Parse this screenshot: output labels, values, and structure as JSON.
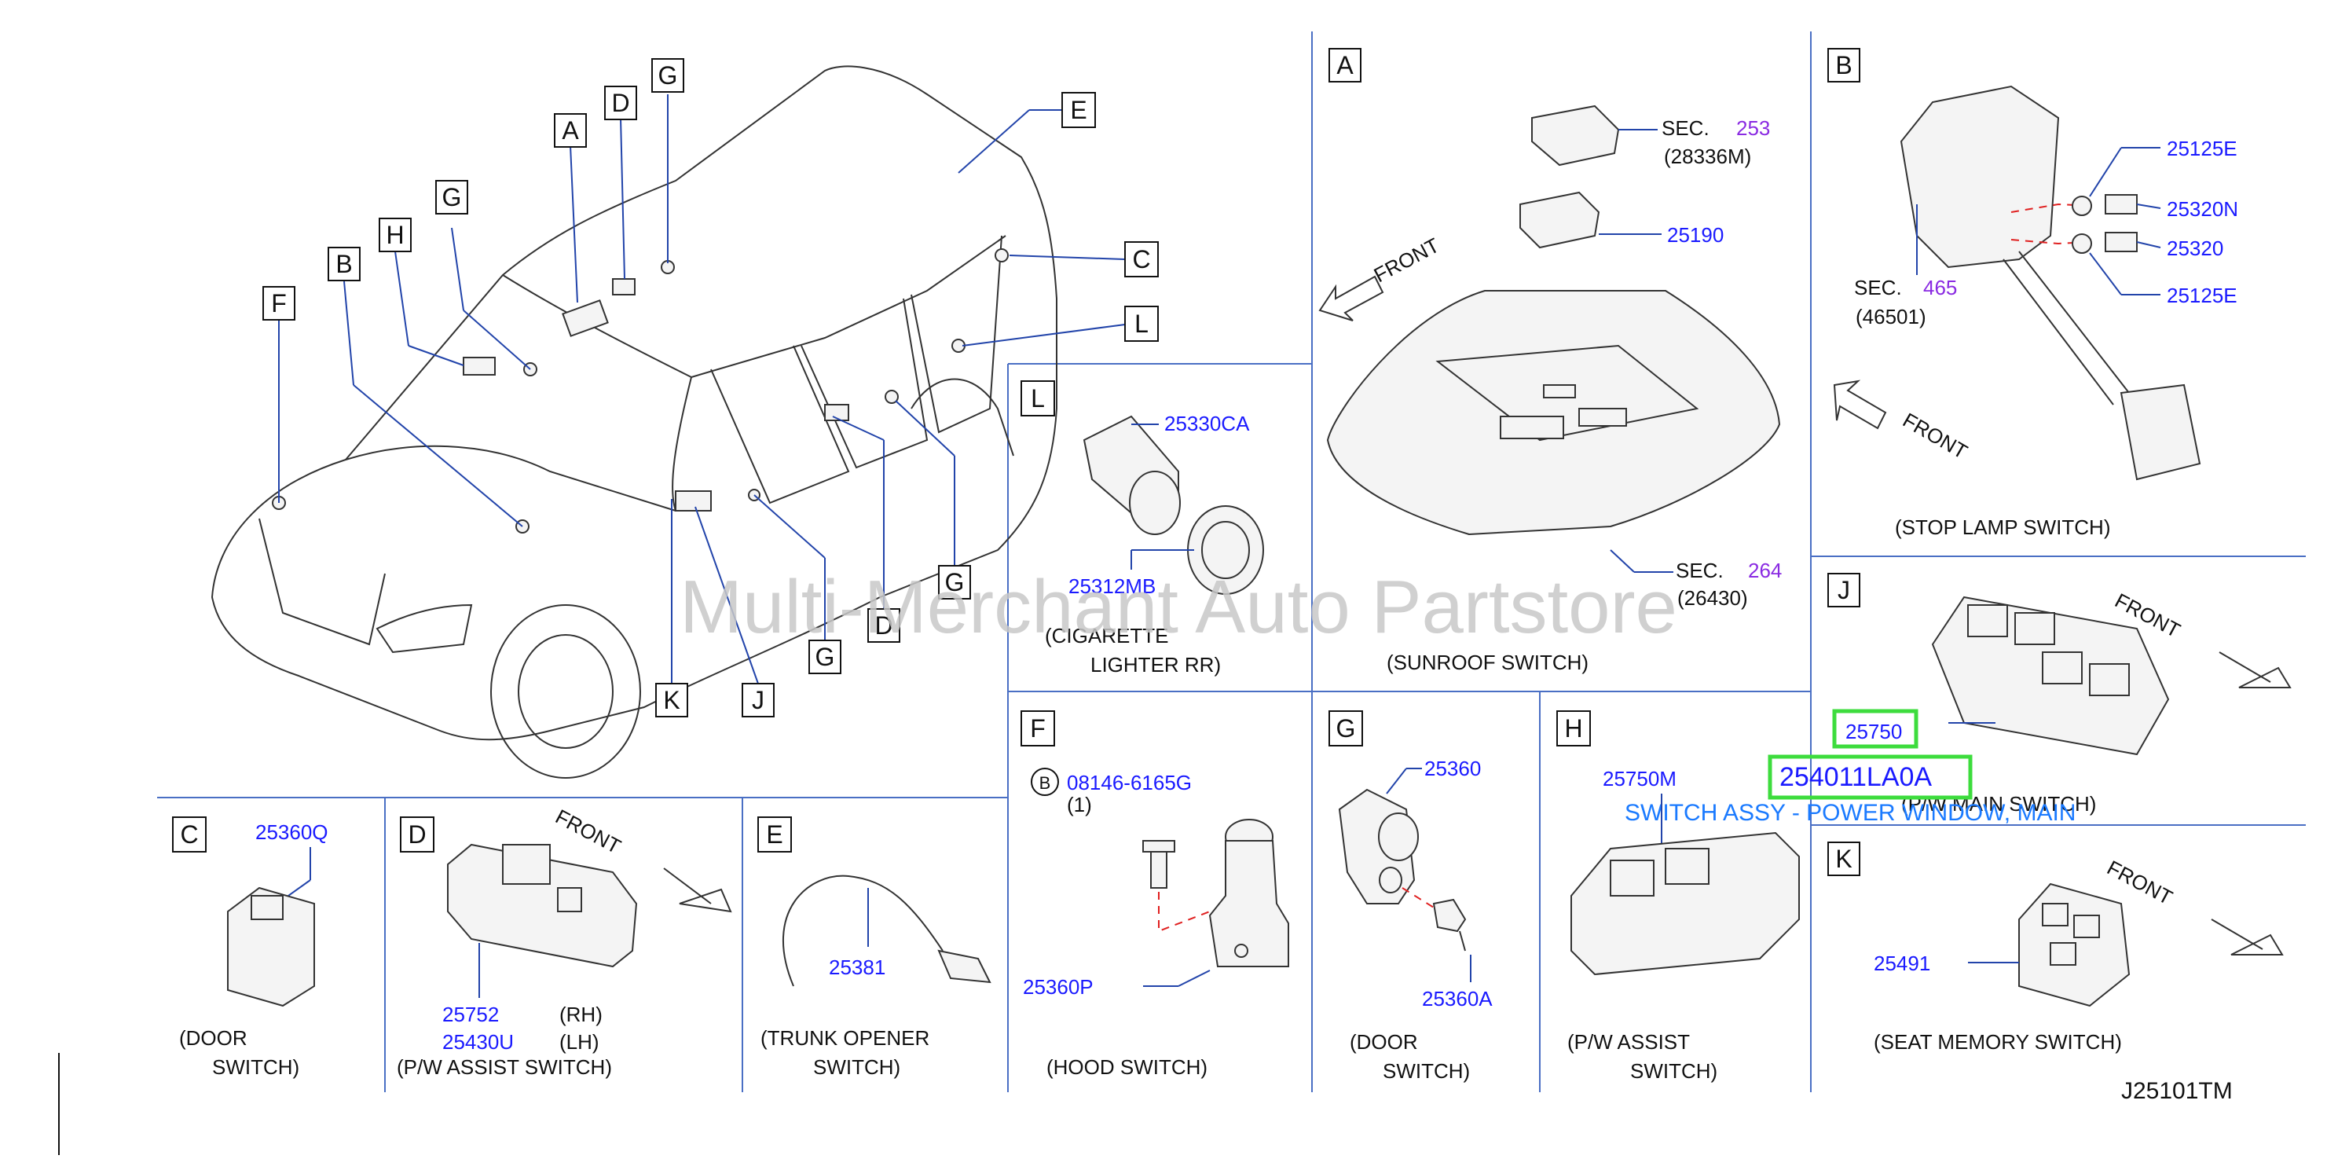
{
  "watermark": "Multi-Merchant Auto Partstore",
  "diagram_code": "J25101TM",
  "highlight": {
    "part_number": "25750",
    "full_part_number": "254011LA0A",
    "description": "SWITCH ASSY - POWER WINDOW, MAIN",
    "color": "#3ddc3d"
  },
  "colors": {
    "part_text": "#1a1aff",
    "section_text": "#8a2be2",
    "divider": "#4a6fc4",
    "watermark": "#c8c8c8"
  },
  "vehicle_callouts": [
    "A",
    "D",
    "G",
    "E",
    "C",
    "L",
    "G",
    "H",
    "B",
    "F",
    "K",
    "J",
    "D",
    "G",
    "G"
  ],
  "front_label": "FRONT",
  "sections": {
    "A": {
      "letter": "A",
      "sec1_prefix": "SEC.",
      "sec1_num": "253",
      "sec1_sub": "(28336M)",
      "part1": "25190",
      "sec2_prefix": "SEC.",
      "sec2_num": "264",
      "sec2_sub": "(26430)",
      "caption": "(SUNROOF   SWITCH)"
    },
    "B": {
      "letter": "B",
      "parts": [
        "25125E",
        "25320N",
        "25320",
        "25125E"
      ],
      "sec_prefix": "SEC.",
      "sec_num": "465",
      "sec_sub": "(46501)",
      "caption": "(STOP   LAMP   SWITCH)"
    },
    "L": {
      "letter": "L",
      "parts": [
        "25330CA",
        "25312MB"
      ],
      "caption_line1": "(CIGARETTE",
      "caption_line2": "LIGHTER   RR)"
    },
    "J": {
      "letter": "J",
      "part": "25750",
      "caption": "(P/W   MAIN   SWITCH)"
    },
    "K": {
      "letter": "K",
      "part": "25491",
      "caption": "(SEAT   MEMORY   SWITCH)"
    },
    "C": {
      "letter": "C",
      "part": "25360Q",
      "caption_line1": "(DOOR",
      "caption_line2": "SWITCH)"
    },
    "D": {
      "letter": "D",
      "part_rh": "25752",
      "part_lh": "25430U",
      "rh": "(RH)",
      "lh": "(LH)",
      "caption": "(P/W   ASSIST   SWITCH)"
    },
    "E": {
      "letter": "E",
      "part": "25381",
      "caption_line1": "(TRUNK   OPENER",
      "caption_line2": "SWITCH)"
    },
    "F": {
      "letter": "F",
      "bolt_marker": "B",
      "bolt_part": "08146-6165G",
      "bolt_qty": "(1)",
      "part": "25360P",
      "caption": "(HOOD   SWITCH)"
    },
    "G": {
      "letter": "G",
      "parts": [
        "25360",
        "25360A"
      ],
      "caption_line1": "(DOOR",
      "caption_line2": "SWITCH)"
    },
    "H": {
      "letter": "H",
      "part": "25750M",
      "caption_line1": "(P/W   ASSIST",
      "caption_line2": "SWITCH)"
    }
  }
}
